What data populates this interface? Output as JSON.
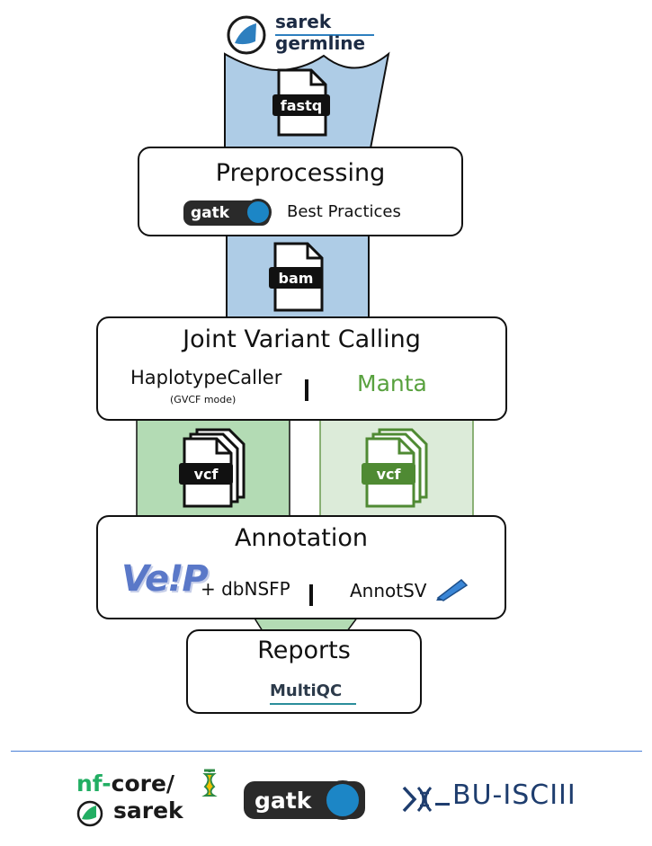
{
  "header": {
    "logo_line1": "sarek",
    "logo_line2": "germline"
  },
  "files": {
    "fastq": "fastq",
    "bam": "bam",
    "vcf_left": "vcf",
    "vcf_right": "vcf"
  },
  "stages": {
    "preprocessing": {
      "title": "Preprocessing",
      "gatk_label": "gatk",
      "subtitle": "Best Practices"
    },
    "calling": {
      "title": "Joint Variant Calling",
      "tool_left": "HaplotypeCaller",
      "tool_left_note": "(GVCF mode)",
      "separator": "|",
      "tool_right": "Manta"
    },
    "annotation": {
      "title": "Annotation",
      "vep_logo": "Ve!P",
      "vep_extra": "+ dbNSFP",
      "separator": "|",
      "tool_right": "AnnotSV"
    },
    "reports": {
      "title": "Reports",
      "tool": "MultiQC"
    }
  },
  "footer": {
    "nfcore_prefix": "nf-",
    "nfcore_suffix": "core/",
    "pipeline_name": "sarek",
    "gatk_label": "gatk",
    "institute": "BU-ISCIII"
  },
  "colors": {
    "blue_funnel": "#aecce6",
    "green_dark": "#b3dbb4",
    "green_light": "#dcebd9",
    "manta_green": "#58a13e",
    "nfcore_green": "#22ae63",
    "isciii_blue": "#1e3d6e",
    "divider_blue": "#4a7fd6"
  },
  "icons": [
    "sarek-logo-icon",
    "file-icon",
    "gatk-wrench-icon",
    "pencil-icon",
    "apple-core-icon",
    "dna-icon"
  ]
}
